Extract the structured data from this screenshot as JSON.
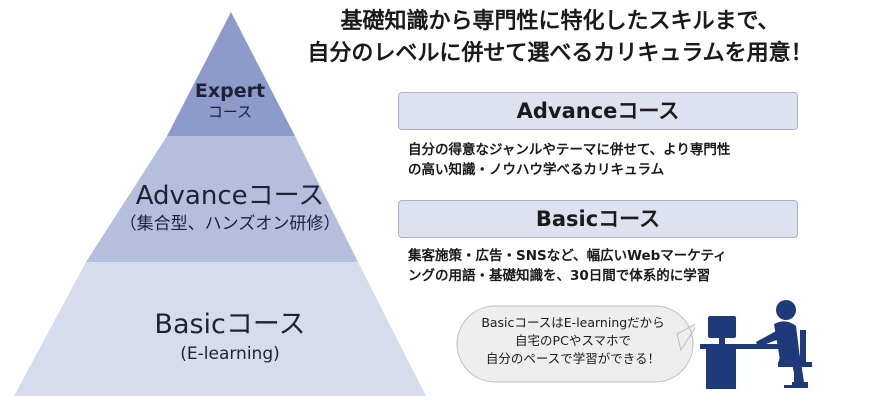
{
  "headline": {
    "line1": "基礎知識から専門性に特化したスキルまで、",
    "line2": "自分のレベルに併せて選べるカリキュラムを用意！"
  },
  "pyramid": {
    "expert": {
      "title": "Expert",
      "subtitle": "コース"
    },
    "advance": {
      "title": "Advanceコース",
      "subtitle": "（集合型、ハンズオン研修）"
    },
    "basic": {
      "title": "Basicコース",
      "subtitle": "(E-learning)"
    }
  },
  "courses": {
    "advance": {
      "label": "Advanceコース",
      "desc_line1": "自分の得意なジャンルやテーマに併せて、より専門性",
      "desc_line2": "の高い知識・ノウハウ学べるカリキュラム"
    },
    "basic": {
      "label": "Basicコース",
      "desc_line1": "集客施策・広告・SNSなど、幅広いWebマーケティ",
      "desc_line2": "ングの用語・基礎知識を、30日間で体系的に学習"
    }
  },
  "bubble": {
    "line1": "BasicコースはE-learningだから",
    "line2": "自宅のPCやスマホで",
    "line3": "自分のペースで学習ができる！"
  },
  "colors": {
    "tier_top": "#8c9bc9",
    "tier_mid": "#b4bedd",
    "tier_bottom": "#d6dbee",
    "box_fill": "#dde1f0",
    "person": "#1f3a7a"
  },
  "icons": {
    "person": "person-at-computer-icon"
  }
}
